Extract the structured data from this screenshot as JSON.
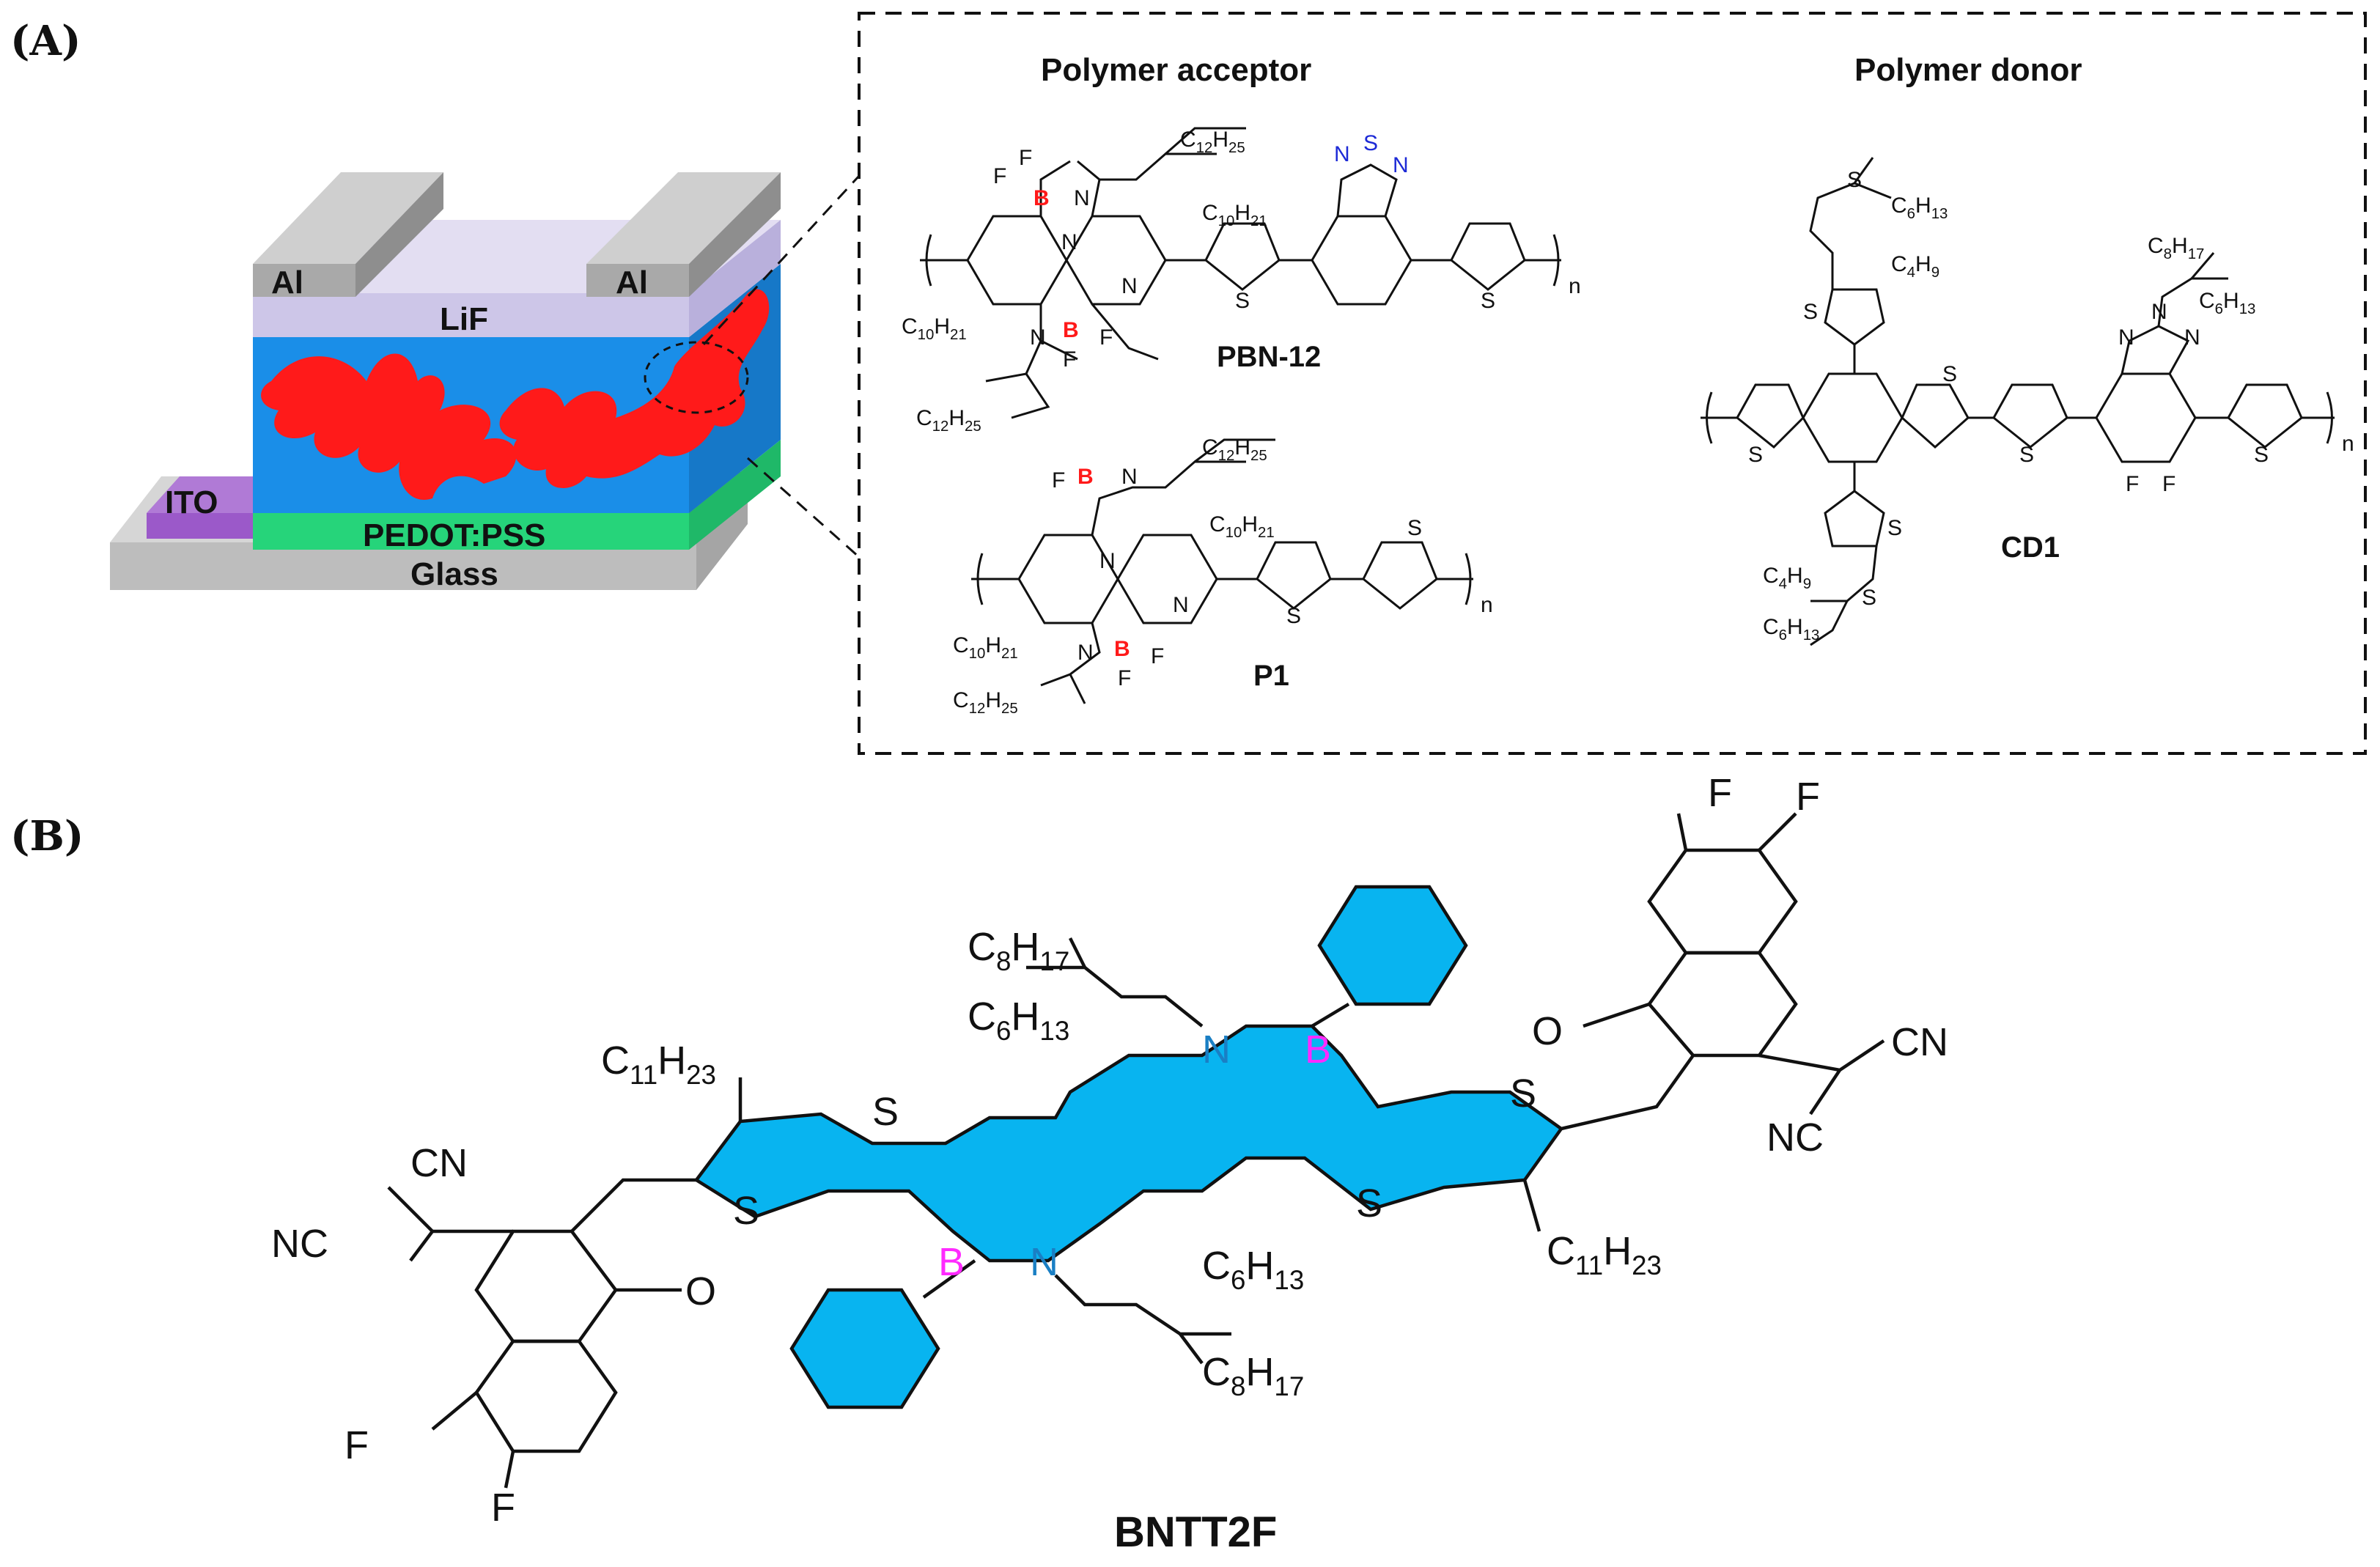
{
  "panels": {
    "a_label": "(A)",
    "b_label": "(B)"
  },
  "device": {
    "layers": [
      "Al",
      "Al",
      "LiF",
      "ITO",
      "PEDOT:PSS",
      "Glass"
    ],
    "colors": {
      "active_blue": "#1a8ee8",
      "acceptor_red": "#ff1a1a",
      "pedot_green": "#26d47a",
      "ito_purple": "#9b59c9",
      "lif_lavender": "#cdc6e8",
      "al_gray": "#b4b4b4",
      "glass_gray": "#c4c4c4"
    }
  },
  "structures_a": {
    "acceptor_heading": "Polymer acceptor",
    "donor_heading": "Polymer donor",
    "pbn12": {
      "name": "PBN-12",
      "labels": [
        "F",
        "F",
        "B",
        "N",
        "C12H25",
        "C10H21",
        "N",
        "S",
        "N",
        "N",
        "N",
        "S",
        "n",
        "C10H21",
        "N",
        "B",
        "F",
        "F",
        "C12H25"
      ]
    },
    "p1": {
      "name": "P1",
      "labels": [
        "F",
        "B",
        "N",
        "C12H25",
        "C10H21",
        "N",
        "N",
        "S",
        "S",
        "n",
        "C10H21",
        "N",
        "B",
        "F",
        "F",
        "C12H25"
      ]
    },
    "cd1": {
      "name": "CD1",
      "labels": [
        "C6H13",
        "C4H9",
        "S",
        "S",
        "C8H17",
        "C6H13",
        "N",
        "N",
        "N",
        "S",
        "S",
        "S",
        "S",
        "F",
        "F",
        "n",
        "S",
        "S",
        "C4H9",
        "C6H13"
      ]
    }
  },
  "structure_b": {
    "name": "BNTT2F",
    "labels": [
      "F",
      "F",
      "O",
      "CN",
      "NC",
      "C8H17",
      "C6H13",
      "N",
      "B",
      "C11H23",
      "S",
      "S",
      "S",
      "S",
      "CN",
      "NC",
      "B",
      "N",
      "C6H13",
      "C8H17",
      "C11H23",
      "O",
      "F",
      "F"
    ],
    "colors": {
      "fused_core": "#08b4f0",
      "boron": "#ff2aff",
      "nitrogen": "#1a7fc4"
    }
  }
}
